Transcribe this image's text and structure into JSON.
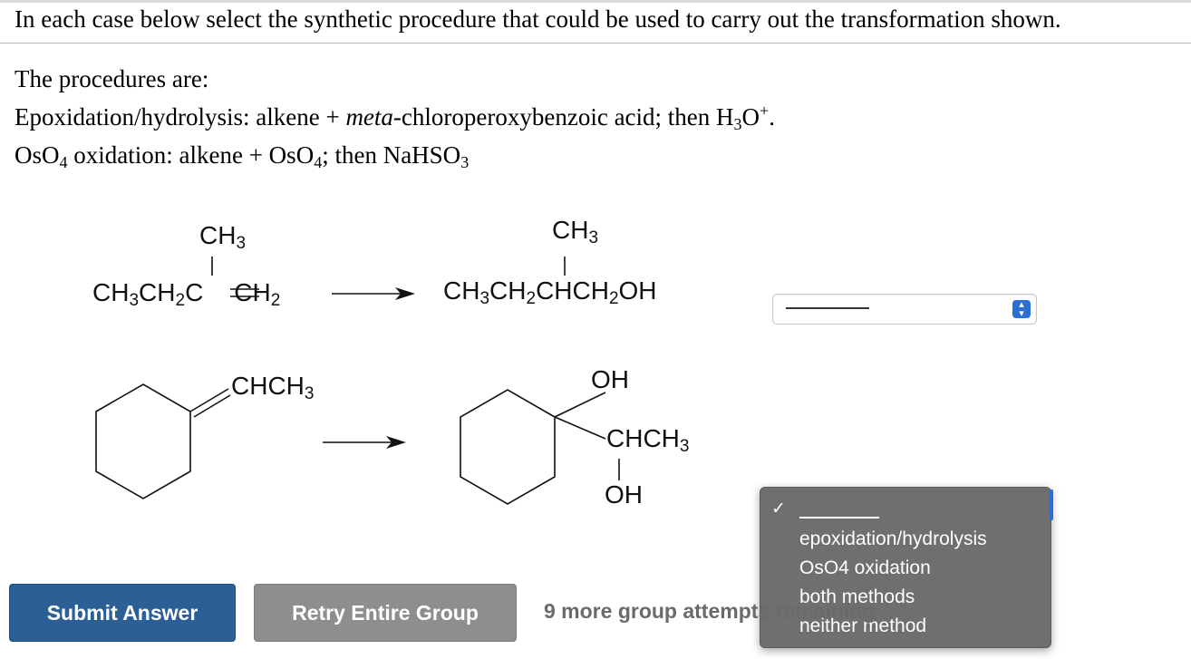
{
  "question": {
    "instruction": "In each case below select the synthetic procedure that could be used to carry out the transformation shown.",
    "procedures_heading": "The procedures are:",
    "procedure_1": {
      "name": "Epoxidation/hydrolysis",
      "text_a": ": alkene + ",
      "reagent_italic": "meta",
      "text_b": "-chloroperoxybenzoic acid; then H",
      "h_sub": "3",
      "o": "O",
      "sup": "+",
      "end": "."
    },
    "procedure_2": {
      "a": "OsO",
      "a_sub": "4",
      "b": " oxidation: alkene + OsO",
      "b_sub": "4",
      "c": "; then NaHSO",
      "c_sub": "3"
    }
  },
  "reaction_1": {
    "reactant_top": {
      "a": "CH",
      "sub": "3"
    },
    "reactant_main": {
      "a": "CH",
      "s1": "3",
      "b": "CH",
      "s2": "2",
      "c": "C",
      "d": "CH",
      "s3": "2"
    },
    "product_top": {
      "a": "CH",
      "sub": "3"
    },
    "product_main": {
      "a": "CH",
      "s1": "3",
      "b": "CH",
      "s2": "2",
      "c": "CHCH",
      "s3": "2",
      "d": "OH"
    }
  },
  "reaction_2": {
    "reactant_label": {
      "a": "CHCH",
      "sub": "3"
    },
    "product_oh_top": "OH",
    "product_chain": {
      "a": "CHCH",
      "sub": "3"
    },
    "product_oh_bottom": "OH"
  },
  "answer_select": {
    "selected": "______",
    "icon": "chevron-up-down-icon"
  },
  "dropdown": {
    "check": "✓",
    "options": [
      "epoxidation/hydrolysis",
      "OsO4 oxidation",
      "both methods",
      "neither method"
    ]
  },
  "buttons": {
    "submit": "Submit Answer",
    "retry": "Retry Entire Group"
  },
  "attempts_text": "9 more group attempts remaining",
  "colors": {
    "submit_bg": "#2c5f95",
    "retry_bg": "#8e8e8e",
    "dropdown_bg": "#6f6f6f",
    "accent": "#2a6fd6"
  }
}
